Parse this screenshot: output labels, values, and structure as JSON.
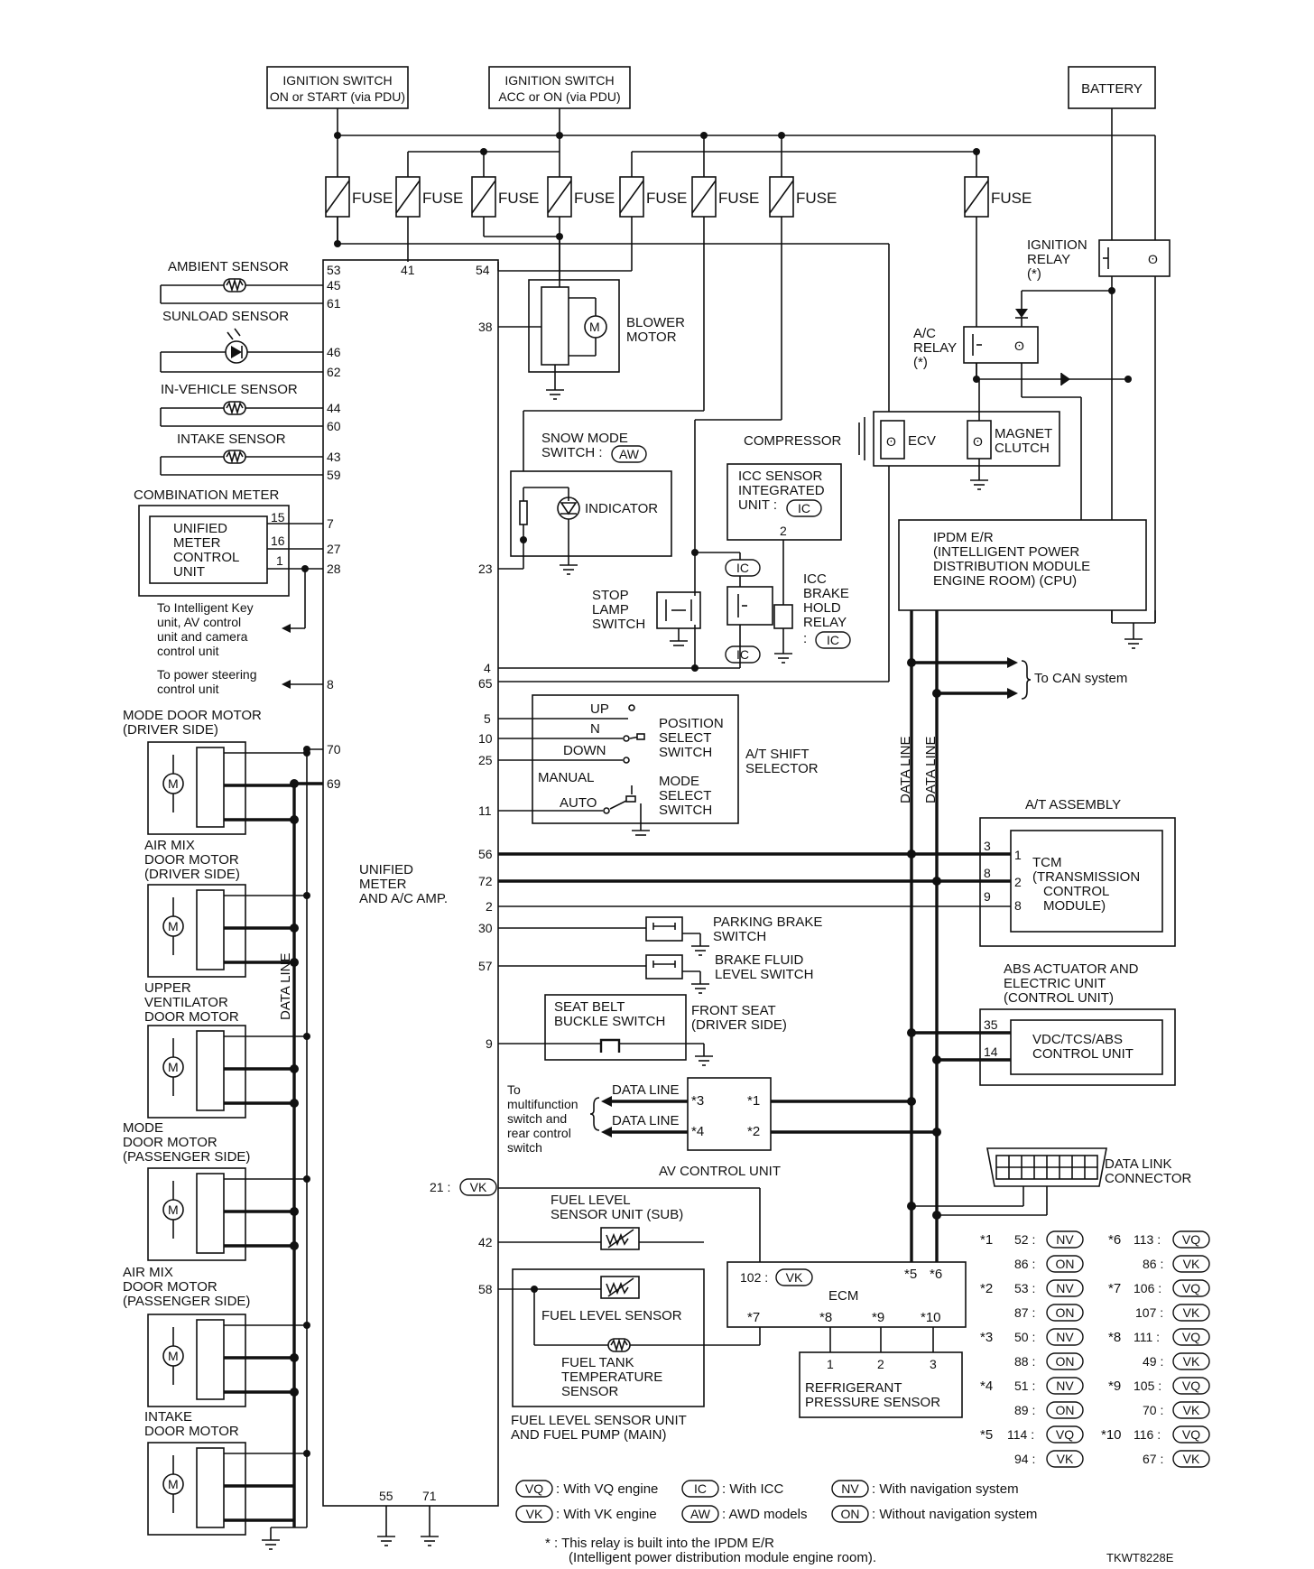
{
  "power": {
    "ign_on_start": [
      "IGNITION SWITCH",
      "ON or START (via PDU)"
    ],
    "ign_acc_on": [
      "IGNITION SWITCH",
      "ACC or ON (via PDU)"
    ],
    "battery": "BATTERY",
    "fuse": "FUSE"
  },
  "amp": {
    "name": [
      "UNIFIED",
      "METER",
      "AND A/C AMP."
    ],
    "pins_top": [
      "53",
      "41",
      "54"
    ],
    "pins_bottom": [
      "55",
      "71"
    ]
  },
  "sensors": [
    {
      "label": "AMBIENT SENSOR",
      "pins": [
        "45",
        "61"
      ]
    },
    {
      "label": "SUNLOAD SENSOR",
      "pins": [
        "46",
        "62"
      ]
    },
    {
      "label": "IN-VEHICLE SENSOR",
      "pins": [
        "44",
        "60"
      ]
    },
    {
      "label": "INTAKE SENSOR",
      "pins": [
        "43",
        "59"
      ]
    }
  ],
  "combination_meter": {
    "label": "COMBINATION METER",
    "unit": [
      "UNIFIED",
      "METER",
      "CONTROL",
      "UNIT"
    ],
    "unit_pins": [
      "15",
      "16",
      "1"
    ],
    "amp_pins": [
      "7",
      "27",
      "28"
    ],
    "note_key": [
      "To Intelligent Key",
      "unit, AV control",
      "unit and camera",
      "control unit"
    ],
    "note_ps": [
      "To power steering",
      "control unit"
    ],
    "ps_pin": "8"
  },
  "door_motors": [
    {
      "label": [
        "MODE DOOR MOTOR",
        "(DRIVER SIDE)"
      ],
      "pins": [
        "70",
        "69"
      ]
    },
    {
      "label": [
        "AIR MIX",
        "DOOR MOTOR",
        "(DRIVER SIDE)"
      ]
    },
    {
      "label": [
        "UPPER",
        "VENTILATOR",
        "DOOR MOTOR"
      ]
    },
    {
      "label": [
        "MODE",
        "DOOR MOTOR",
        "(PASSENGER SIDE)"
      ]
    },
    {
      "label": [
        "AIR MIX",
        "DOOR MOTOR",
        "(PASSENGER SIDE)"
      ]
    },
    {
      "label": [
        "INTAKE",
        "DOOR MOTOR"
      ]
    }
  ],
  "data_line": "DATA LINE",
  "blower": {
    "label": [
      "BLOWER",
      "MOTOR"
    ],
    "pin": "38"
  },
  "snow_switch": {
    "label": [
      "SNOW MODE",
      "SWITCH :"
    ],
    "badge": "AW",
    "indicator": "INDICATOR",
    "pin": "23"
  },
  "compressor": {
    "label": "COMPRESSOR",
    "ecv": "ECV",
    "clutch": [
      "MAGNET",
      "CLUTCH"
    ]
  },
  "icc_sensor": {
    "label": [
      "ICC SENSOR",
      "INTEGRATED",
      "UNIT :"
    ],
    "badge": "IC",
    "pin": "2"
  },
  "stop_lamp": {
    "label": [
      "STOP",
      "LAMP",
      "SWITCH"
    ],
    "pins": [
      "4",
      "65"
    ]
  },
  "icc_relay": {
    "label": [
      "ICC",
      "BRAKE",
      "HOLD",
      "RELAY",
      ":"
    ],
    "badge": "IC"
  },
  "relays": {
    "ignition": [
      "IGNITION",
      "RELAY",
      "(*)"
    ],
    "ac": [
      "A/C",
      "RELAY",
      "(*)"
    ]
  },
  "ipdm": {
    "label": [
      "IPDM E/R",
      "(INTELLIGENT POWER",
      "DISTRIBUTION MODULE",
      "ENGINE ROOM) (CPU)"
    ]
  },
  "can": "To CAN system",
  "at_selector": {
    "positions": [
      "UP",
      "N",
      "DOWN",
      "MANUAL",
      "AUTO"
    ],
    "pins": [
      "5",
      "10",
      "25",
      "11"
    ],
    "position_switch": [
      "POSITION",
      "SELECT",
      "SWITCH"
    ],
    "mode_switch": [
      "MODE",
      "SELECT",
      "SWITCH"
    ],
    "label": [
      "A/T SHIFT",
      "SELECTOR"
    ]
  },
  "at_assembly": {
    "label": "A/T ASSEMBLY",
    "tcm": [
      "TCM",
      "(TRANSMISSION",
      "CONTROL",
      "MODULE)"
    ],
    "outer_pins": [
      "3",
      "8",
      "9"
    ],
    "inner_pins": [
      "1",
      "2",
      "8"
    ],
    "amp_pins": [
      "56",
      "72",
      "2"
    ]
  },
  "parking_brake": {
    "label": [
      "PARKING BRAKE",
      "SWITCH"
    ],
    "pin": "30"
  },
  "brake_fluid": {
    "label": [
      "BRAKE FLUID",
      "LEVEL SWITCH"
    ],
    "pin": "57"
  },
  "seat_belt": {
    "label": [
      "SEAT BELT",
      "BUCKLE SWITCH"
    ],
    "side": [
      "FRONT SEAT",
      "(DRIVER SIDE)"
    ],
    "pin": "9"
  },
  "abs": {
    "label": [
      "ABS ACTUATOR AND",
      "ELECTRIC UNIT",
      "(CONTROL UNIT)"
    ],
    "unit": [
      "VDC/TCS/ABS",
      "CONTROL UNIT"
    ],
    "pins": [
      "35",
      "14"
    ]
  },
  "av_unit": {
    "label": "AV CONTROL UNIT",
    "note": [
      "To",
      "multifunction",
      "switch and",
      "rear control",
      "switch"
    ],
    "data_line": "DATA LINE",
    "pins_left": [
      "*3",
      "*4"
    ],
    "pins_right": [
      "*1",
      "*2"
    ]
  },
  "dlc": [
    "DATA LINK",
    "CONNECTOR"
  ],
  "vk_pin": {
    "pin": "21 :",
    "badge": "VK"
  },
  "fuel": {
    "sub": [
      "FUEL LEVEL",
      "SENSOR UNIT (SUB)"
    ],
    "sensor": "FUEL LEVEL SENSOR",
    "temp": [
      "FUEL TANK",
      "TEMPERATURE",
      "SENSOR"
    ],
    "main": [
      "FUEL LEVEL SENSOR UNIT",
      "AND FUEL PUMP (MAIN)"
    ],
    "pins": [
      "42",
      "58"
    ]
  },
  "ecm": {
    "label": "ECM",
    "pin102": "102 :",
    "badge": "VK",
    "pins_top": [
      "*5",
      "*6"
    ],
    "pins_bottom": [
      "*7",
      "*8",
      "*9",
      "*10"
    ]
  },
  "refrigerant": {
    "label": [
      "REFRIGERANT",
      "PRESSURE SENSOR"
    ],
    "pins": [
      "1",
      "2",
      "3"
    ]
  },
  "notes_left": [
    {
      "mark": "*1",
      "rows": [
        [
          "52 :",
          "NV"
        ],
        [
          "86 :",
          "ON"
        ]
      ]
    },
    {
      "mark": "*2",
      "rows": [
        [
          "53 :",
          "NV"
        ],
        [
          "87 :",
          "ON"
        ]
      ]
    },
    {
      "mark": "*3",
      "rows": [
        [
          "50 :",
          "NV"
        ],
        [
          "88 :",
          "ON"
        ]
      ]
    },
    {
      "mark": "*4",
      "rows": [
        [
          "51 :",
          "NV"
        ],
        [
          "89 :",
          "ON"
        ]
      ]
    },
    {
      "mark": "*5",
      "rows": [
        [
          "114 :",
          "VQ"
        ],
        [
          "94 :",
          "VK"
        ]
      ]
    }
  ],
  "notes_right": [
    {
      "mark": "*6",
      "rows": [
        [
          "113 :",
          "VQ"
        ],
        [
          "86 :",
          "VK"
        ]
      ]
    },
    {
      "mark": "*7",
      "rows": [
        [
          "106 :",
          "VQ"
        ],
        [
          "107 :",
          "VK"
        ]
      ]
    },
    {
      "mark": "*8",
      "rows": [
        [
          "111 :",
          "VQ"
        ],
        [
          "49 :",
          "VK"
        ]
      ]
    },
    {
      "mark": "*9",
      "rows": [
        [
          "105 :",
          "VQ"
        ],
        [
          "70 :",
          "VK"
        ]
      ]
    },
    {
      "mark": "*10",
      "rows": [
        [
          "116 :",
          "VQ"
        ],
        [
          "67 :",
          "VK"
        ]
      ]
    }
  ],
  "legend": [
    {
      "badge": "VQ",
      "text": ": With VQ engine"
    },
    {
      "badge": "IC",
      "text": ": With ICC"
    },
    {
      "badge": "NV",
      "text": ": With navigation system"
    },
    {
      "badge": "VK",
      "text": ": With VK engine"
    },
    {
      "badge": "AW",
      "text": ": AWD models"
    },
    {
      "badge": "ON",
      "text": ": Without navigation system"
    }
  ],
  "footnote": [
    "* : This relay is built into the IPDM E/R",
    "(Intelligent power distribution module engine room)."
  ],
  "code": "TKWT8228E"
}
